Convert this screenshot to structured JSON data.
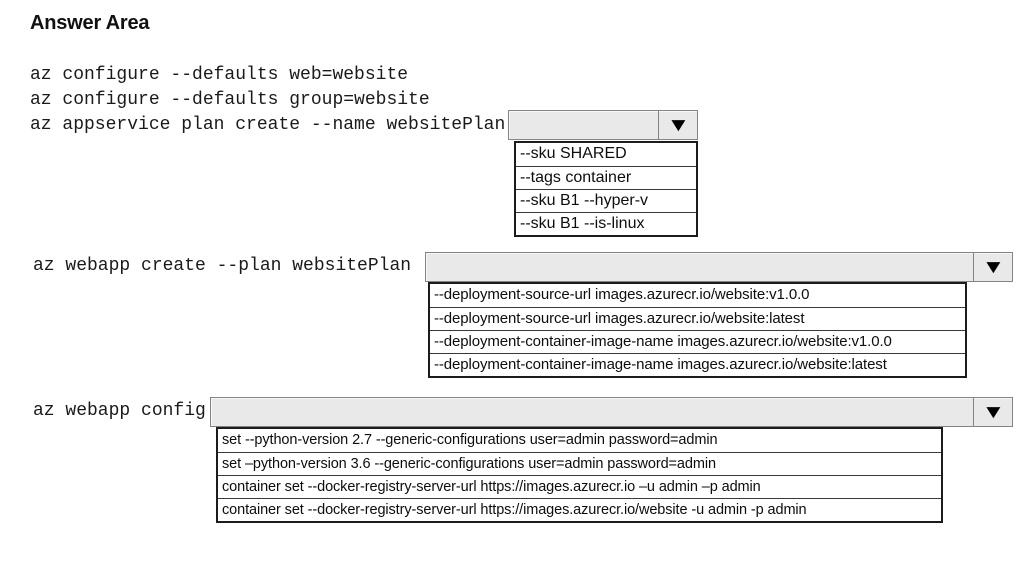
{
  "title": "Answer Area",
  "commands": {
    "configure_web": "az configure --defaults web=website",
    "configure_group": "az configure --defaults group=website",
    "appservice_plan_create": "az appservice plan create --name websitePlan",
    "webapp_create": "az webapp create --plan websitePlan",
    "webapp_config": "az webapp config"
  },
  "dropdowns": [
    {
      "selected_value": "",
      "options": [
        "--sku SHARED",
        "--tags container",
        "--sku B1 --hyper-v",
        "--sku B1 --is-linux"
      ]
    },
    {
      "selected_value": "",
      "options": [
        "--deployment-source-url images.azurecr.io/website:v1.0.0",
        "--deployment-source-url images.azurecr.io/website:latest",
        "--deployment-container-image-name images.azurecr.io/website:v1.0.0",
        "--deployment-container-image-name images.azurecr.io/website:latest"
      ]
    },
    {
      "selected_value": "",
      "options": [
        "set --python-version 2.7 --generic-configurations user=admin password=admin",
        "set –python-version 3.6 --generic-configurations user=admin password=admin",
        "container set --docker-registry-server-url https://images.azurecr.io –u admin –p admin",
        "container set --docker-registry-server-url https://images.azurecr.io/website -u admin -p admin"
      ]
    }
  ],
  "icons": {
    "dropdown_arrow": "▼"
  },
  "colors": {
    "dropdown_fill": "#e9e9e9",
    "dropdown_border": "#848484",
    "options_border": "#1c1c1c",
    "text": "#000000",
    "background": "#ffffff"
  }
}
